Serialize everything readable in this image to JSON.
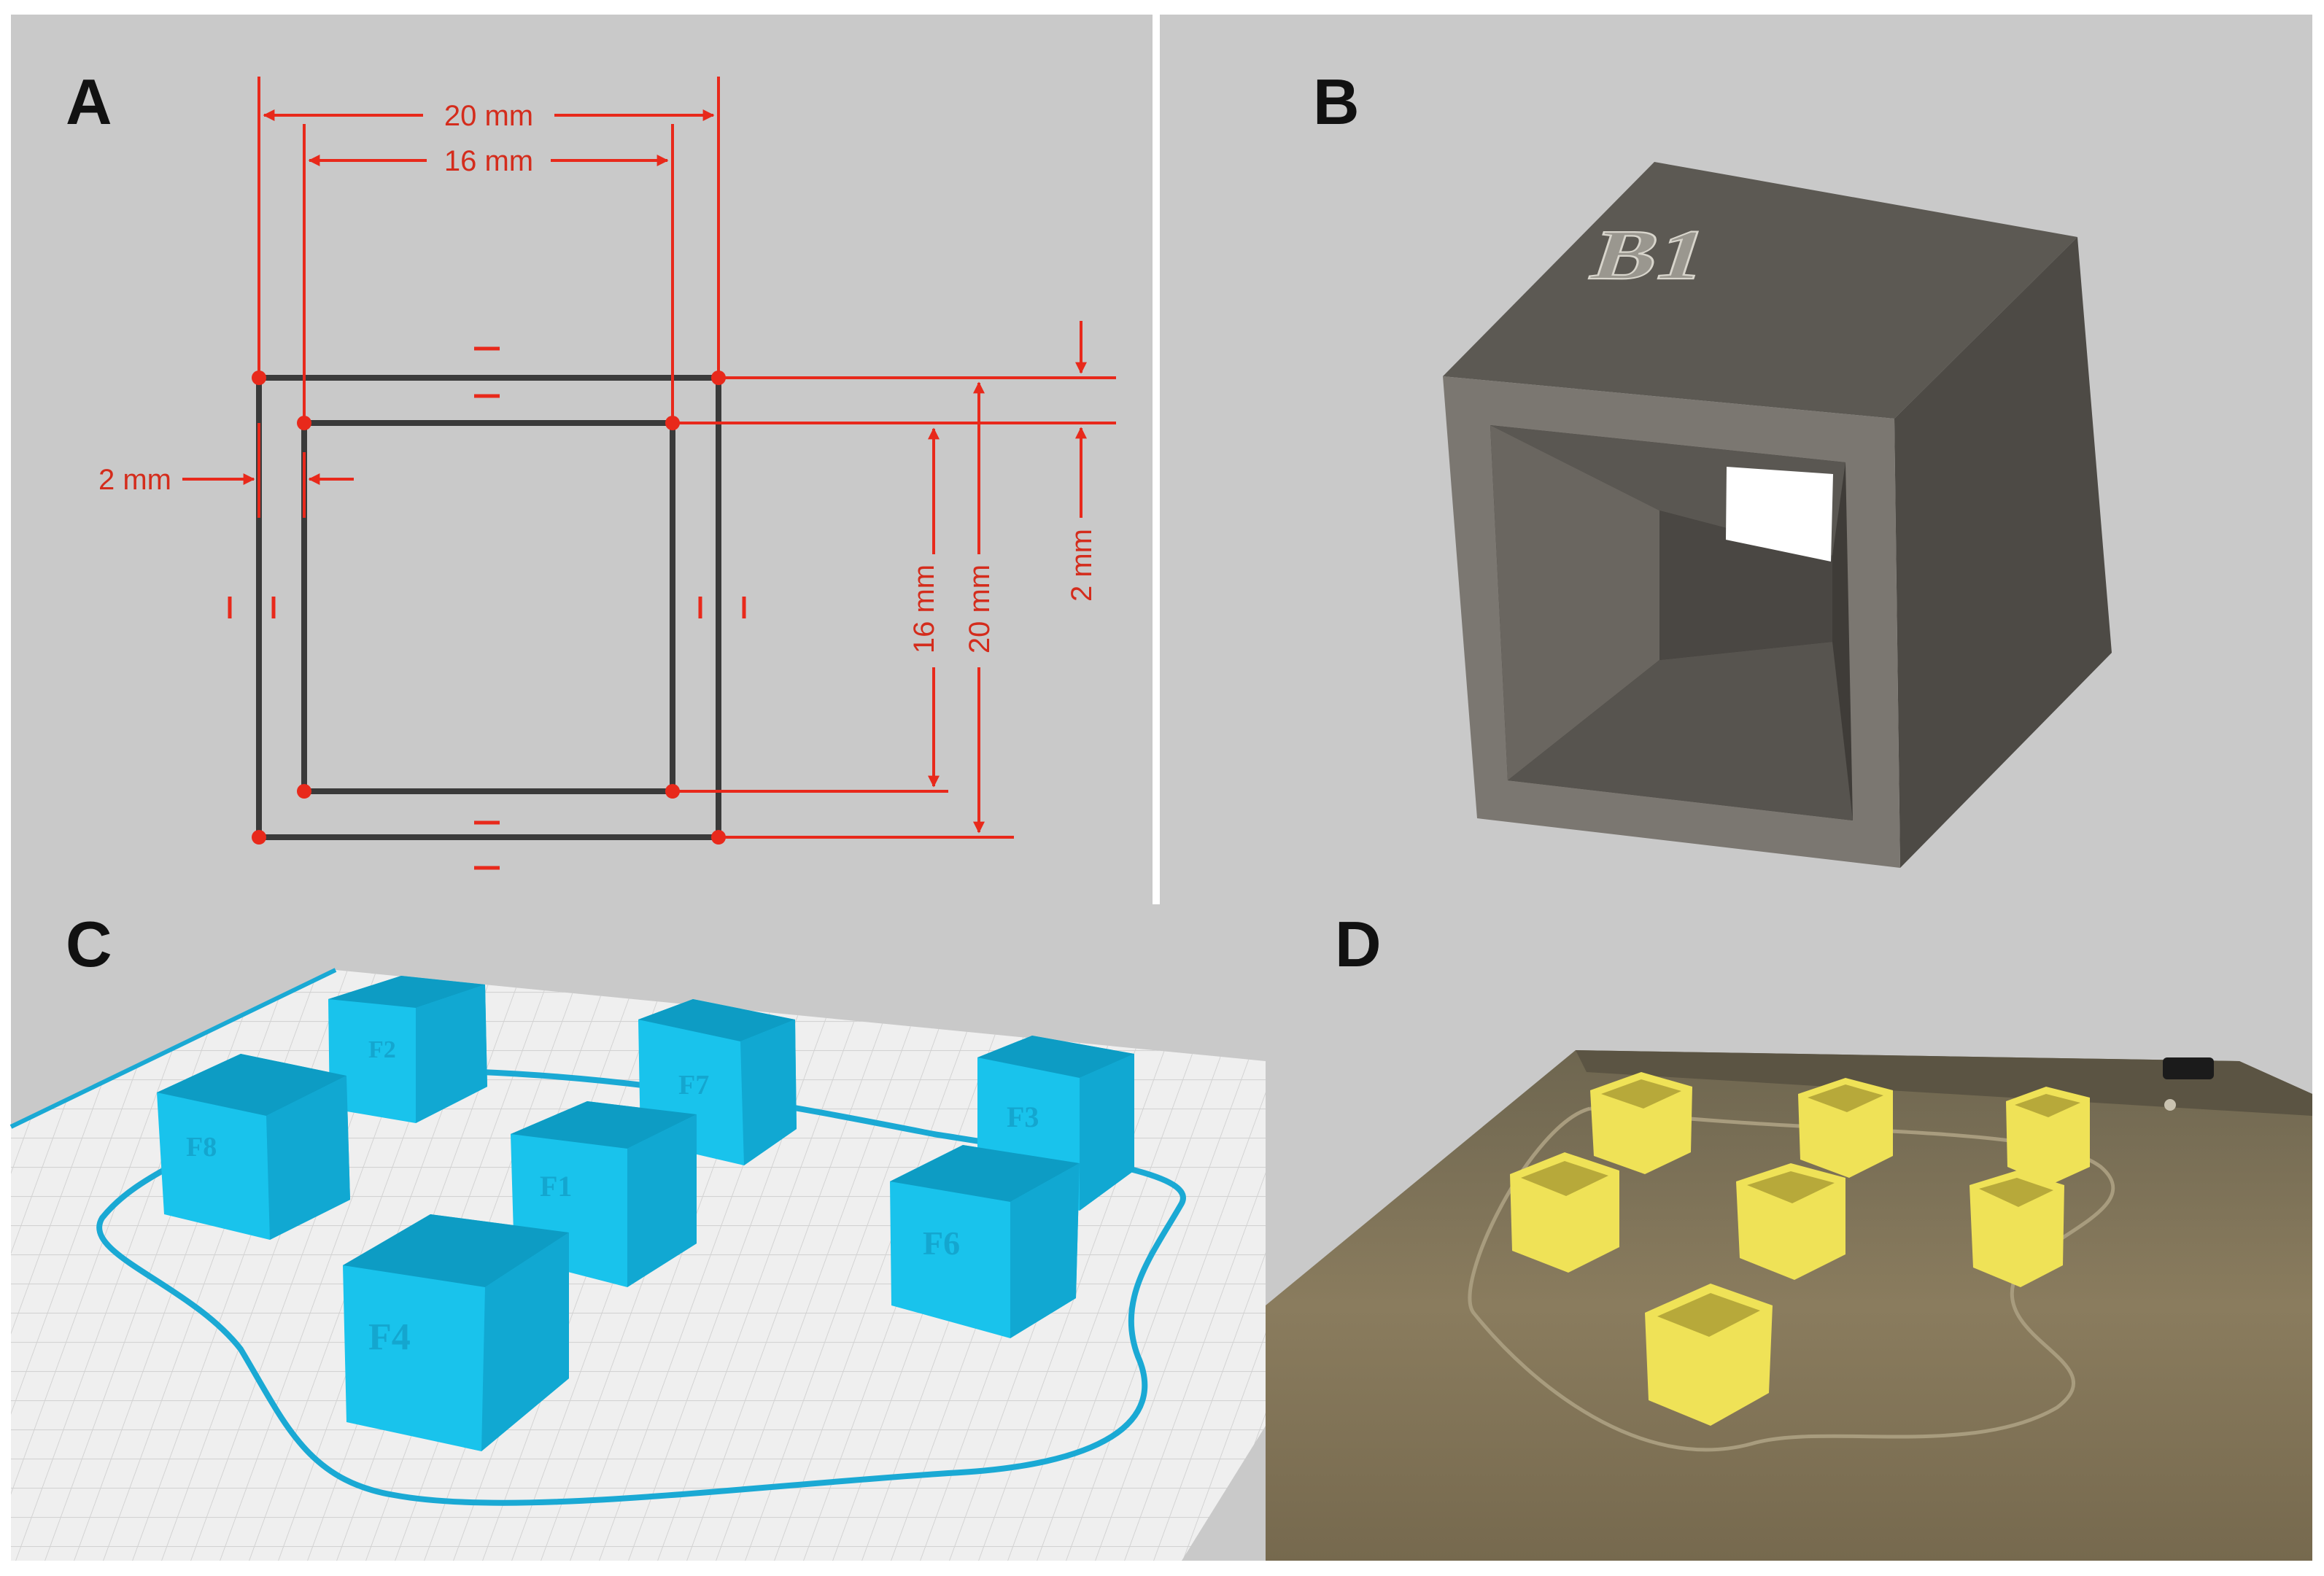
{
  "colors": {
    "background": "#c9c9c9",
    "dimension_red": "#e8291b",
    "outline_dark": "#3a3a3a",
    "cube_cyan": "#19c3ec",
    "cube_yellow": "#efe257",
    "plate_brown": "#8a7c5e"
  },
  "panels": {
    "a": {
      "letter": "A",
      "labels": {
        "outer_width": "20 mm",
        "inner_width": "16 mm",
        "wall_left": "2 mm",
        "inner_height": "16 mm",
        "outer_height": "20 mm",
        "wall_right": "2 mm"
      }
    },
    "b": {
      "letter": "B",
      "embossed_label": "B1"
    },
    "c": {
      "letter": "C",
      "cube_labels": [
        "F2",
        "F8",
        "F7",
        "F3",
        "F1",
        "F6",
        "F4"
      ]
    },
    "d": {
      "letter": "D"
    }
  }
}
